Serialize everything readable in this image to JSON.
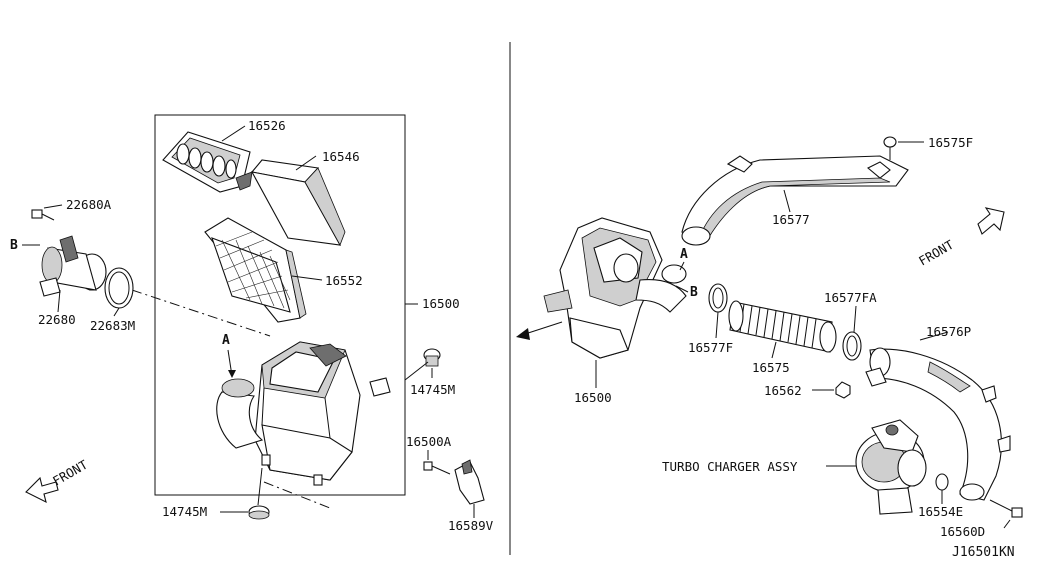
{
  "diagram": {
    "part_labels": {
      "p16526": "16526",
      "p16546": "16546",
      "p16552": "16552",
      "p16500_box": "16500",
      "p22680A": "22680A",
      "p22680": "22680",
      "p22683M": "22683M",
      "p14745M_right": "14745M",
      "p14745M_bottom": "14745M",
      "p16500A": "16500A",
      "p16589V": "16589V",
      "p16575F": "16575F",
      "p16577": "16577",
      "p16577FA": "16577FA",
      "p16576P": "16576P",
      "p16577F": "16577F",
      "p16575": "16575",
      "p16562": "16562",
      "p16500_right": "16500",
      "p16554E": "16554E",
      "p16560D": "16560D",
      "turbo": "TURBO CHARGER ASSY"
    },
    "ref_marks": {
      "b_left": "B",
      "a_left": "A",
      "a_right": "A",
      "b_right": "B"
    },
    "direction_labels": {
      "front_left": "FRONT",
      "front_right": "FRONT"
    },
    "diagram_id": "J16501KN"
  }
}
